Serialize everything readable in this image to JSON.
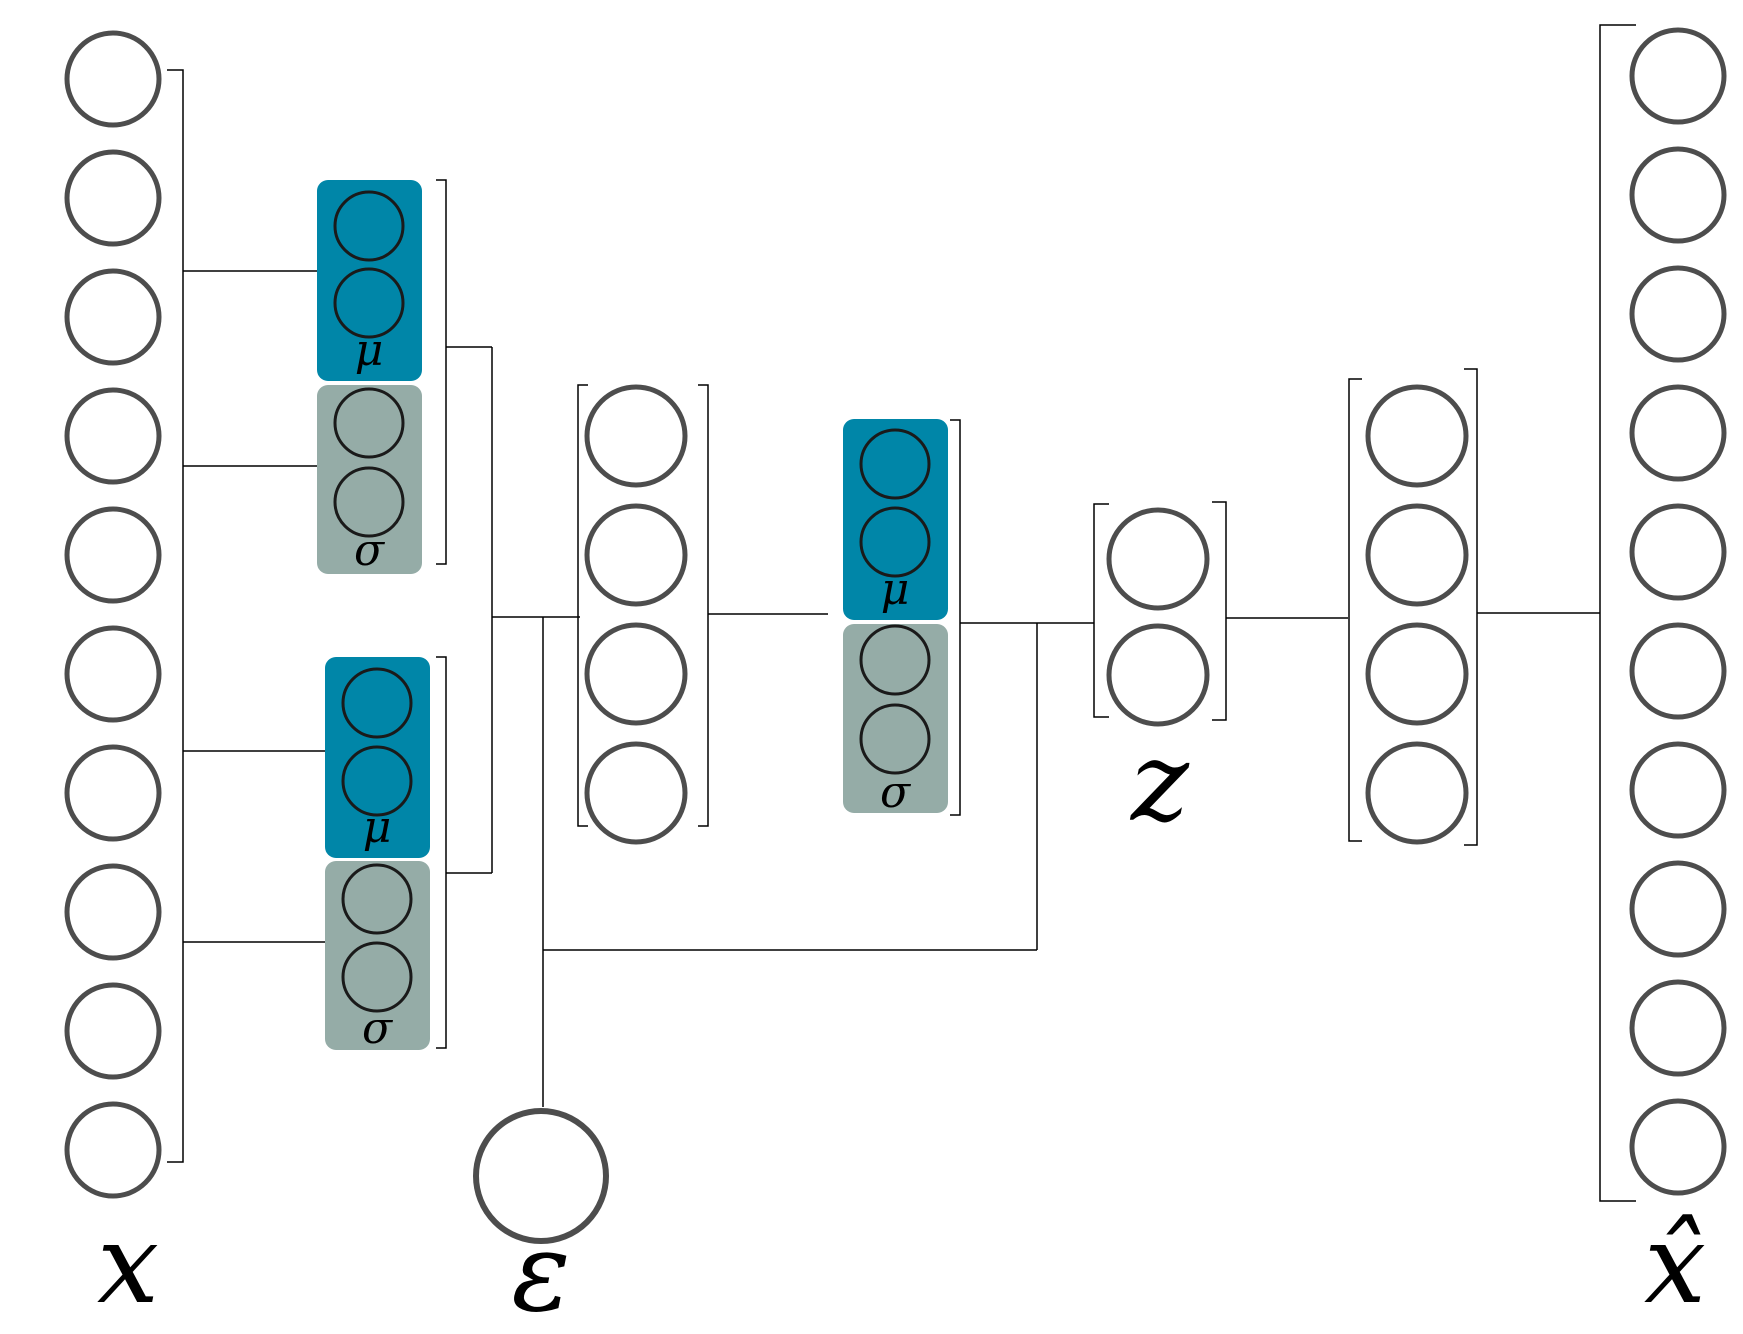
{
  "labels": {
    "input": "x",
    "noise": "ε",
    "latent": "z",
    "output": "x̂",
    "mu": "μ",
    "sigma": "σ"
  },
  "colors": {
    "neuron_stroke": "#4d4d4d",
    "mu_block": "#0086a8",
    "sigma_block": "#95aca7",
    "connector": "#000000",
    "background": "#ffffff"
  },
  "layers": {
    "input_neurons": 10,
    "mu_sigma_block_neurons": 2,
    "hidden_encoder_neurons": 4,
    "latent_neurons": 2,
    "hidden_decoder_neurons": 4,
    "output_neurons": 10
  }
}
